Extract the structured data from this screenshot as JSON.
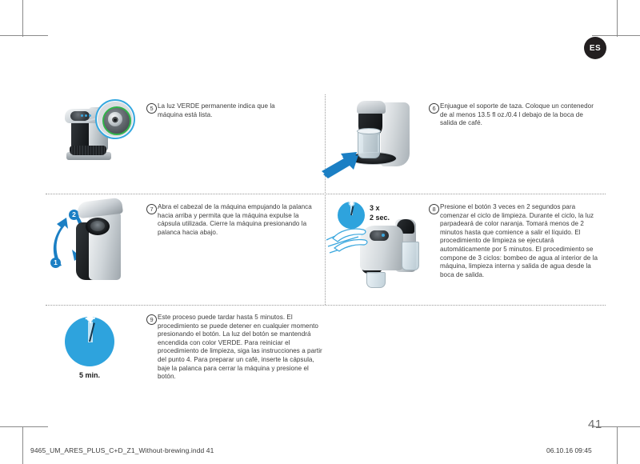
{
  "page": {
    "language_badge": "ES",
    "page_number": "41"
  },
  "footer": {
    "file_name": "9465_UM_ARES_PLUS_C+D_Z1_Without-brewing.indd   41",
    "timestamp": "06.10.16   09:45"
  },
  "steps": [
    {
      "number": "5",
      "text": "La luz VERDE permanente indica que la máquina está lista.",
      "illustration": "machine-with-green-light-callout"
    },
    {
      "number": "6",
      "text": "Enjuague el soporte de taza. Coloque un contenedor de al menos 13.5 fl oz./0.4 l debajo de la boca de salida de café.",
      "illustration": "machine-with-container-and-arrow"
    },
    {
      "number": "7",
      "text": "Abra el cabezal de la máquina empujando la palanca hacia arriba y permita que la máquina expulse la cápsula utilizada. Cierre la máquina presionando la palanca hacia abajo.",
      "illustration": "machine-open-head-with-up-down-arrows"
    },
    {
      "number": "8",
      "text": "Presione el botón 3 veces en 2 segundos para comenzar el ciclo de limpieza. Durante el ciclo, la luz parpadeará de color naranja. Tomará menos de 2 minutos hasta que comience a salir el líquido. El procedimiento de limpieza se ejecutará automáticamente por 5 minutos. El procedimiento se compone de 3 ciclos: bombeo de agua al interior de la máquina, limpieza interna y salida de agua desde la boca de salida.",
      "illustration": "hand-pressing-button-with-clock"
    },
    {
      "number": "9",
      "text": "Este proceso puede tardar hasta 5 minutos. El procedimiento se puede detener en cualquier momento presionando el botón. La luz del botón se mantendrá encendida con color VERDE. Para reiniciar el procedimiento de limpieza, siga las instrucciones a partir del punto 4. Para preparar un café, inserte la cápsula, baje la palanca para cerrar la máquina y presione el botón.",
      "illustration": "clock-5-minutes"
    }
  ],
  "annotations": {
    "step7_arrow_1": "1",
    "step7_arrow_2": "2",
    "step8_clock_count": "3 x",
    "step8_clock_seconds": "2 sec.",
    "step9_clock_caption": "5 min.",
    "step5_button_glyph": "◉"
  },
  "colors": {
    "accent_blue": "#1b7fc4",
    "clock_blue": "#2ea3dd",
    "ready_green": "#31b34a",
    "badge_dark": "#231f20",
    "text_gray": "#3b3b3b",
    "divider_gray": "#9b9b9b"
  }
}
